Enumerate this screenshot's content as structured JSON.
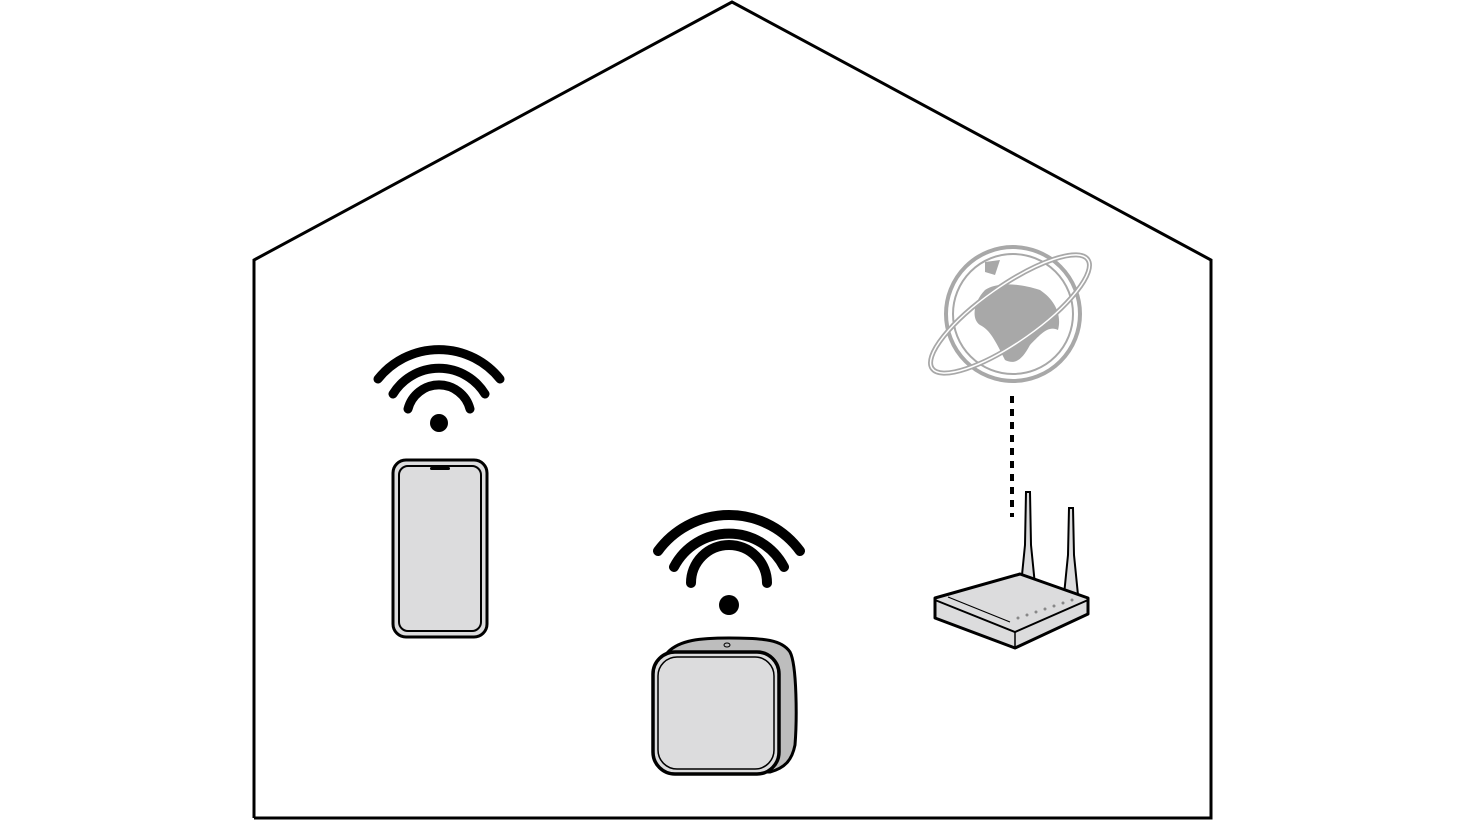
{
  "diagram": {
    "elements": [
      "house-outline",
      "smartphone",
      "wifi-signal",
      "wifi-extender",
      "wifi-signal",
      "wifi-router",
      "internet-globe",
      "dashed-connection"
    ],
    "colors": {
      "stroke": "#000000",
      "device_fill": "#dcdcdd",
      "device_side": "#bdbdbd",
      "globe": "#a8a8a8"
    }
  }
}
